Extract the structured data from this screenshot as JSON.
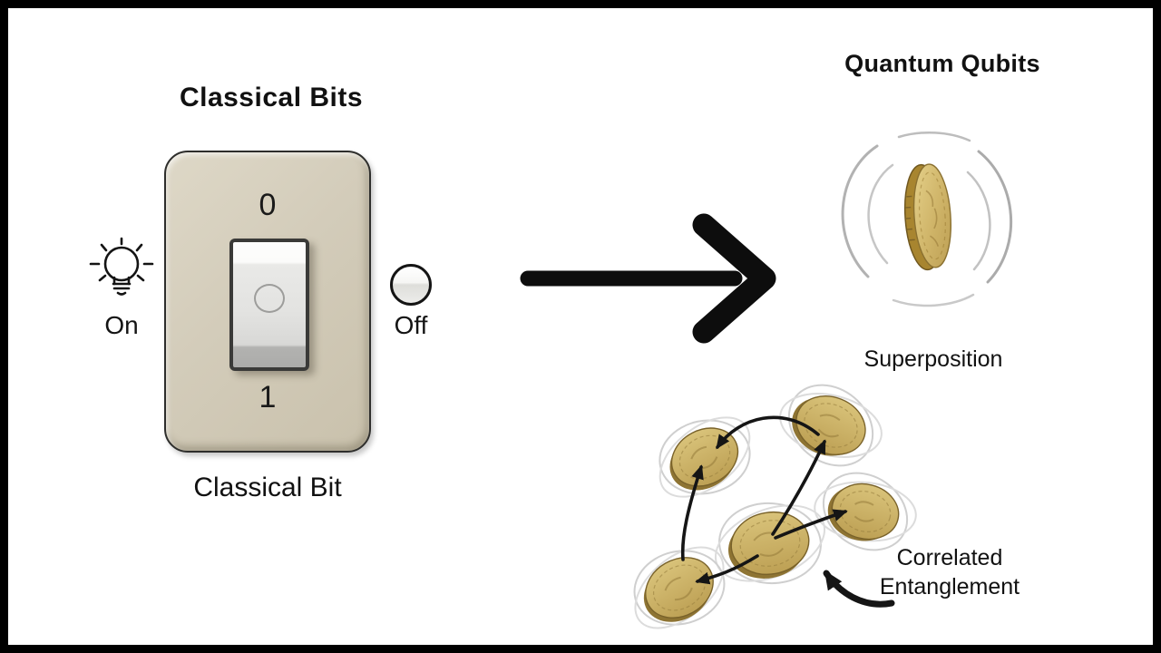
{
  "diagram": {
    "left": {
      "title": "Classical Bits",
      "switch": {
        "top_label": "0",
        "bottom_label": "1"
      },
      "on_label": "On",
      "off_label": "Off",
      "caption": "Classical Bit"
    },
    "right": {
      "title": "Quantum Qubits",
      "superposition_label": "Superposition",
      "entanglement_label": {
        "line1": "Correlated",
        "line2": "Entanglement"
      }
    }
  },
  "icons": {
    "lightbulb": "lightbulb-icon",
    "off_indicator": "off-indicator-icon",
    "transform_arrow": "right-arrow-icon",
    "spinning_coin": "spinning-coin-icon",
    "entangled_coins": "entangled-coins-icon"
  },
  "colors": {
    "background": "#ffffff",
    "frame_border": "#000000",
    "text": "#111111",
    "plate_beige": "#d3ccba",
    "rocker_silver": "#e3e3e1",
    "rocker_band": "#acacaa",
    "coin_gold": "#c9ae66",
    "coin_gold_light": "#e2cd87",
    "coin_rim": "#8e7433",
    "motion_arc_gray": "#bcbcbc",
    "arrow_black": "#0d0d0d"
  }
}
